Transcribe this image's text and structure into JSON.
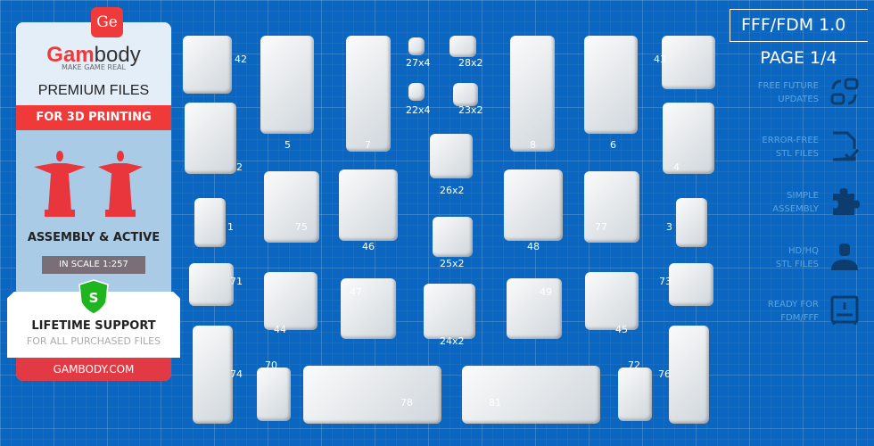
{
  "sidebar": {
    "logo_mark": "Ge",
    "brand_red": "Gam",
    "brand_dark": "body",
    "tagline": "MAKE GAME REAL",
    "premium": "PREMIUM FILES",
    "band": "FOR 3D PRINTING",
    "assembly": "ASSEMBLY & ACTIVE",
    "scale": "IN SCALE 1:257",
    "shield_letter": "S",
    "support_title": "LIFETIME SUPPORT",
    "support_sub": "FOR ALL PURCHASED FILES",
    "site": "GAMBODY.COM"
  },
  "header": {
    "format": "FFF/FDM 1.0",
    "page": "PAGE 1/4"
  },
  "features": [
    {
      "l1": "FREE FUTURE",
      "l2": "UPDATES",
      "icon": "refresh-icon"
    },
    {
      "l1": "ERROR-FREE",
      "l2": "STL FILES",
      "icon": "file-check-icon"
    },
    {
      "l1": "SIMPLE",
      "l2": "ASSEMBLY",
      "icon": "puzzle-icon"
    },
    {
      "l1": "HD/HQ",
      "l2": "STL FILES",
      "icon": "ironman-icon"
    },
    {
      "l1": "READY FOR",
      "l2": "FDM/FFF",
      "icon": "printer-icon"
    }
  ],
  "parts": [
    "42",
    "5",
    "7",
    "27x4",
    "28x2",
    "22x4",
    "23x2",
    "8",
    "6",
    "43",
    "2",
    "26x2",
    "4",
    "1",
    "75",
    "46",
    "48",
    "77",
    "3",
    "25x2",
    "71",
    "47",
    "49",
    "73",
    "44",
    "24x2",
    "45",
    "74",
    "70",
    "78",
    "81",
    "72",
    "76"
  ],
  "colors": {
    "background": "#0a66c0",
    "brand_red": "#ee3a3a",
    "feature_text": "#5aa5e0"
  }
}
